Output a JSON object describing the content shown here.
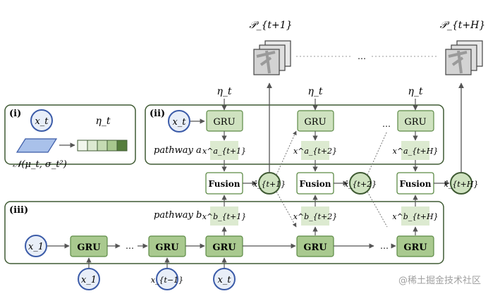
{
  "panels": {
    "i": {
      "label": "(i)",
      "input_node": "x_t",
      "output_label": "η_t",
      "dist_label": "𝒩(μ_t, σ_t²)"
    },
    "ii": {
      "label": "(ii)",
      "input_node": "x_t",
      "pathway_label": "pathway a"
    },
    "iii": {
      "label": "(iii)",
      "pathway_label": "pathway b"
    }
  },
  "eta_labels": [
    "η_t",
    "η_t",
    "η_t"
  ],
  "gru_label": "GRU",
  "fusion_label": "Fusion",
  "pathway_a_states": [
    "x^a_{t+1}",
    "x^a_{t+2}",
    "x^a_{t+H}"
  ],
  "pathway_b_states": [
    "x^b_{t+1}",
    "x^b_{t+2}",
    "x^b_{t+H}"
  ],
  "predictions": [
    "x̂_{t+1}",
    "x̂_{t+2}",
    "x̂_{t+H}"
  ],
  "top_outputs": [
    "𝒫_{t+1}",
    "𝒫_{t+H}"
  ],
  "top_dots": "…",
  "bottom_inputs": [
    "x_1",
    "x_{t−1}",
    "x_t"
  ],
  "left_input": "x_1",
  "ellipsis": "…",
  "watermark": "@稀土掘金技术社区"
}
